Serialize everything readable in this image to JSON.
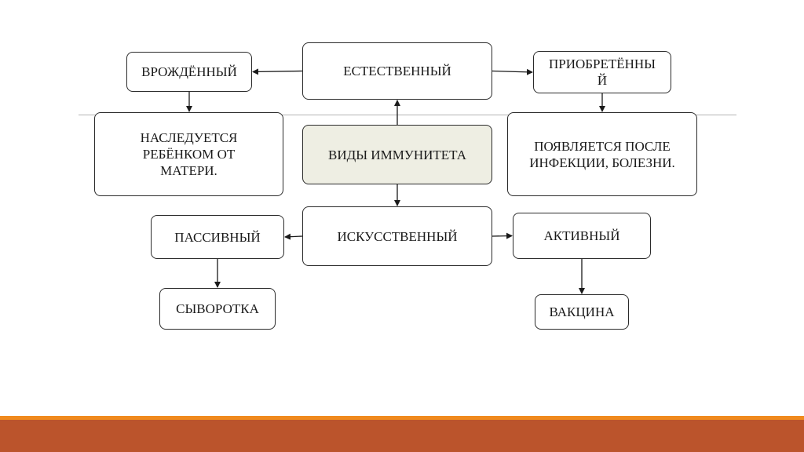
{
  "colors": {
    "box_border": "#2b2b2b",
    "center_fill": "#eeeee3",
    "divider": "#b4b4b4",
    "footer_accent": "#f08a1e",
    "footer_band": "#bb542c"
  },
  "nodes": {
    "natural": "ЕСТЕСТВЕННЫЙ",
    "innate": "ВРОЖДЁННЫЙ",
    "acquired": "ПРИОБРЕТЁННЫ\nЙ",
    "inherited": "НАСЛЕДУЕТСЯ\nРЕБЁНКОМ ОТ\nМАТЕРИ.",
    "types": "ВИДЫ ИММУНИТЕТА",
    "appears": "ПОЯВЛЯЕТСЯ ПОСЛЕ\nИНФЕКЦИИ, БОЛЕЗНИ.",
    "artificial": "ИСКУССТВЕННЫЙ",
    "passive": "ПАССИВНЫЙ",
    "active": "АКТИВНЫЙ",
    "serum": "СЫВОРОТКА",
    "vaccine": "ВАКЦИНА"
  },
  "edges": [
    {
      "from": "types",
      "to": "natural"
    },
    {
      "from": "types",
      "to": "artificial"
    },
    {
      "from": "natural",
      "to": "innate"
    },
    {
      "from": "natural",
      "to": "acquired"
    },
    {
      "from": "innate",
      "to": "inherited"
    },
    {
      "from": "acquired",
      "to": "appears"
    },
    {
      "from": "artificial",
      "to": "passive"
    },
    {
      "from": "artificial",
      "to": "active"
    },
    {
      "from": "passive",
      "to": "serum"
    },
    {
      "from": "active",
      "to": "vaccine"
    }
  ]
}
